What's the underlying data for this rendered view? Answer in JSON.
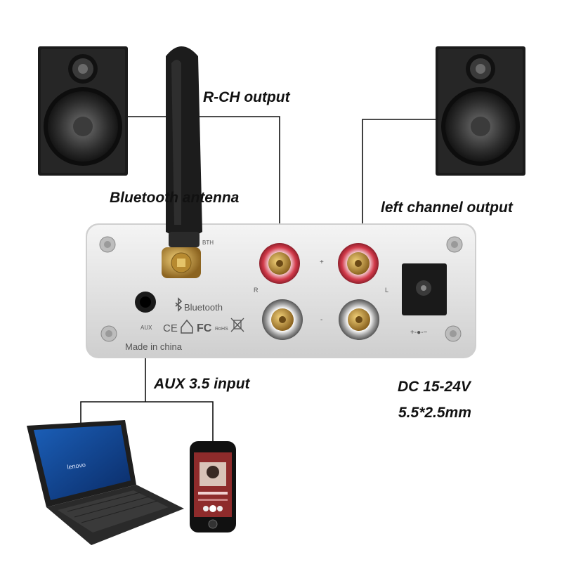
{
  "labels": {
    "r_ch_output": "R-CH output",
    "bluetooth_antenna": "Bluetooth antenna",
    "left_channel_output": "left channel output",
    "aux_input": "AUX 3.5 input",
    "dc_voltage": "DC 15-24V",
    "dc_jack_size": "5.5*2.5mm"
  },
  "panel": {
    "bth": "BTH",
    "bluetooth": "Bluetooth",
    "cert_ce": "CE",
    "cert_fc": "FC",
    "cert_rohs": "RoHS",
    "aux": "AUX",
    "r": "R",
    "l": "L",
    "plus": "+",
    "minus": "-",
    "made_in": "Made in china",
    "dc_symbol": "+-●-−"
  },
  "laptop": {
    "brand": "lenovo"
  },
  "colors": {
    "panel_silver": "#e6e6e6",
    "speaker_body": "#1b1b1b",
    "red_terminal": "#d23a4a",
    "gold": "#c99a3a",
    "leader_line": "#111111"
  }
}
